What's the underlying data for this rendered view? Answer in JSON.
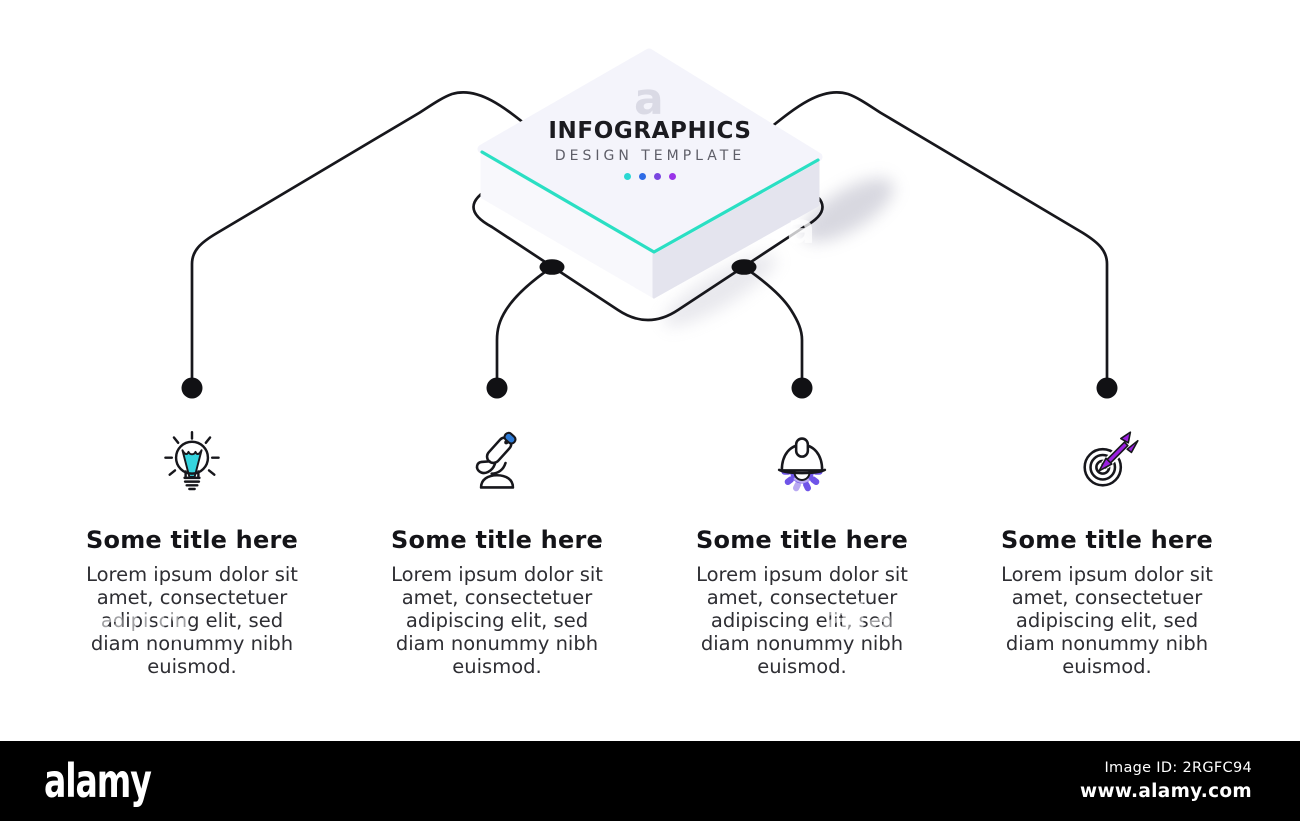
{
  "hub": {
    "title": "INFOGRAPHICS",
    "subtitle": "DESIGN TEMPLATE",
    "dot_colors": [
      "#2bd8d3",
      "#2e6be6",
      "#7a46e0",
      "#9a33e8"
    ],
    "edge_color": "#2adfc3",
    "top_face_color": "#f4f4fb",
    "left_face_color": "#f8f8fc",
    "right_face_color": "#e4e4ee"
  },
  "diagram": {
    "line_color": "#17171c",
    "node_color": "#111114"
  },
  "items": [
    {
      "icon": "lightbulb-icon",
      "accent": "#35d4de",
      "title": "Some title here",
      "body": "Lorem ipsum dolor sit\namet, consectetuer\nadipiscing elit, sed\ndiam nonummy nibh\neuismod."
    },
    {
      "icon": "microscope-icon",
      "accent": "#2e7bd6",
      "title": "Some title here",
      "body": "Lorem ipsum dolor sit\namet, consectetuer\nadipiscing elit, sed\ndiam nonummy nibh\neuismod."
    },
    {
      "icon": "hardhat-gear-icon",
      "accent": "#6f54e8",
      "accent_light": "#b9a9f2",
      "title": "Some title here",
      "body": "Lorem ipsum dolor sit\namet, consectetuer\nadipiscing elit, sed\ndiam nonummy nibh\neuismod."
    },
    {
      "icon": "target-arrow-icon",
      "accent": "#9b1fe0",
      "title": "Some title here",
      "body": "Lorem ipsum dolor sit\namet, consectetuer\nadipiscing elit, sed\ndiam nonummy nibh\neuismod."
    }
  ],
  "watermark": {
    "letter": "a",
    "word": "alamy"
  },
  "footer": {
    "logo": "alamy",
    "image_id": "Image ID: 2RGFC94",
    "url": "www.alamy.com",
    "bg_color": "#000000"
  }
}
